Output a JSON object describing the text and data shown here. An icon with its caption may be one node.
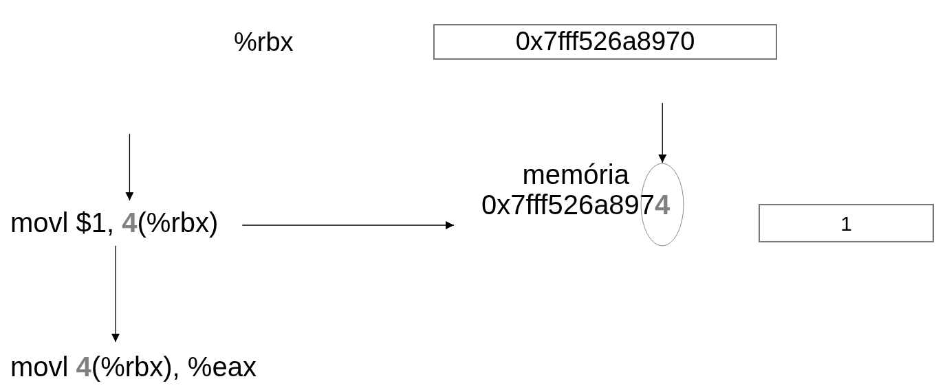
{
  "diagram": {
    "nodes": [
      {
        "text": [
          "0x7fff526a8970"
        ]
      },
      {
        "text": [
          "movl $1, **4**(%rbx)"
        ]
      },
      {
        "text": [
          "memória",
          "0x7fff526a897**4**"
        ]
      },
      {
        "text": [],
        "shape": "ellipse"
      },
      {
        "text": [
          "1"
        ]
      },
      {
        "text": [
          "movl **4**(%rbx), %eax"
        ]
      }
    ],
    "edges": [
      {
        "from": null,
        "to": 1,
        "arrow": "to"
      },
      {
        "from": 1,
        "to": 2,
        "arrow": "to"
      },
      {
        "from": 1,
        "to": 5,
        "arrow": "to"
      },
      {
        "from": null,
        "to": 3,
        "arrow": "to"
      }
    ],
    "labels": [
      "%rbx"
    ]
  }
}
